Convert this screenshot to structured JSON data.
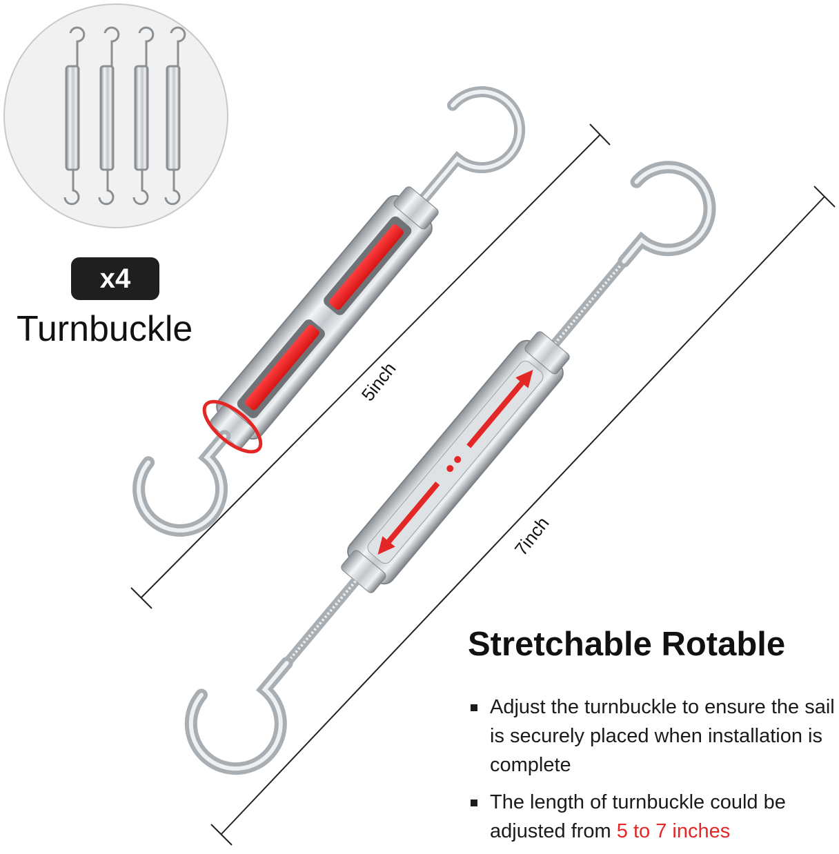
{
  "badge": {
    "quantity": "x4"
  },
  "product": {
    "name": "Turnbuckle"
  },
  "dimensions": {
    "short": "5inch",
    "long": "7inch"
  },
  "features": {
    "title": "Stretchable Rotable",
    "items": [
      {
        "text": "Adjust the turnbuckle to ensure the sail is securely placed when installation is complete"
      },
      {
        "text_before": "The length of turnbuckle could be adjusted from ",
        "highlight": "5 to 7 inches"
      }
    ]
  },
  "colors": {
    "accent": "#e32727",
    "badge_bg": "#1f1f1f",
    "metal": "#c9cdd1"
  },
  "icons": [
    "turnbuckle-thumbnail-icon",
    "rotation-arrow-icon",
    "stretch-arrow-icon"
  ]
}
